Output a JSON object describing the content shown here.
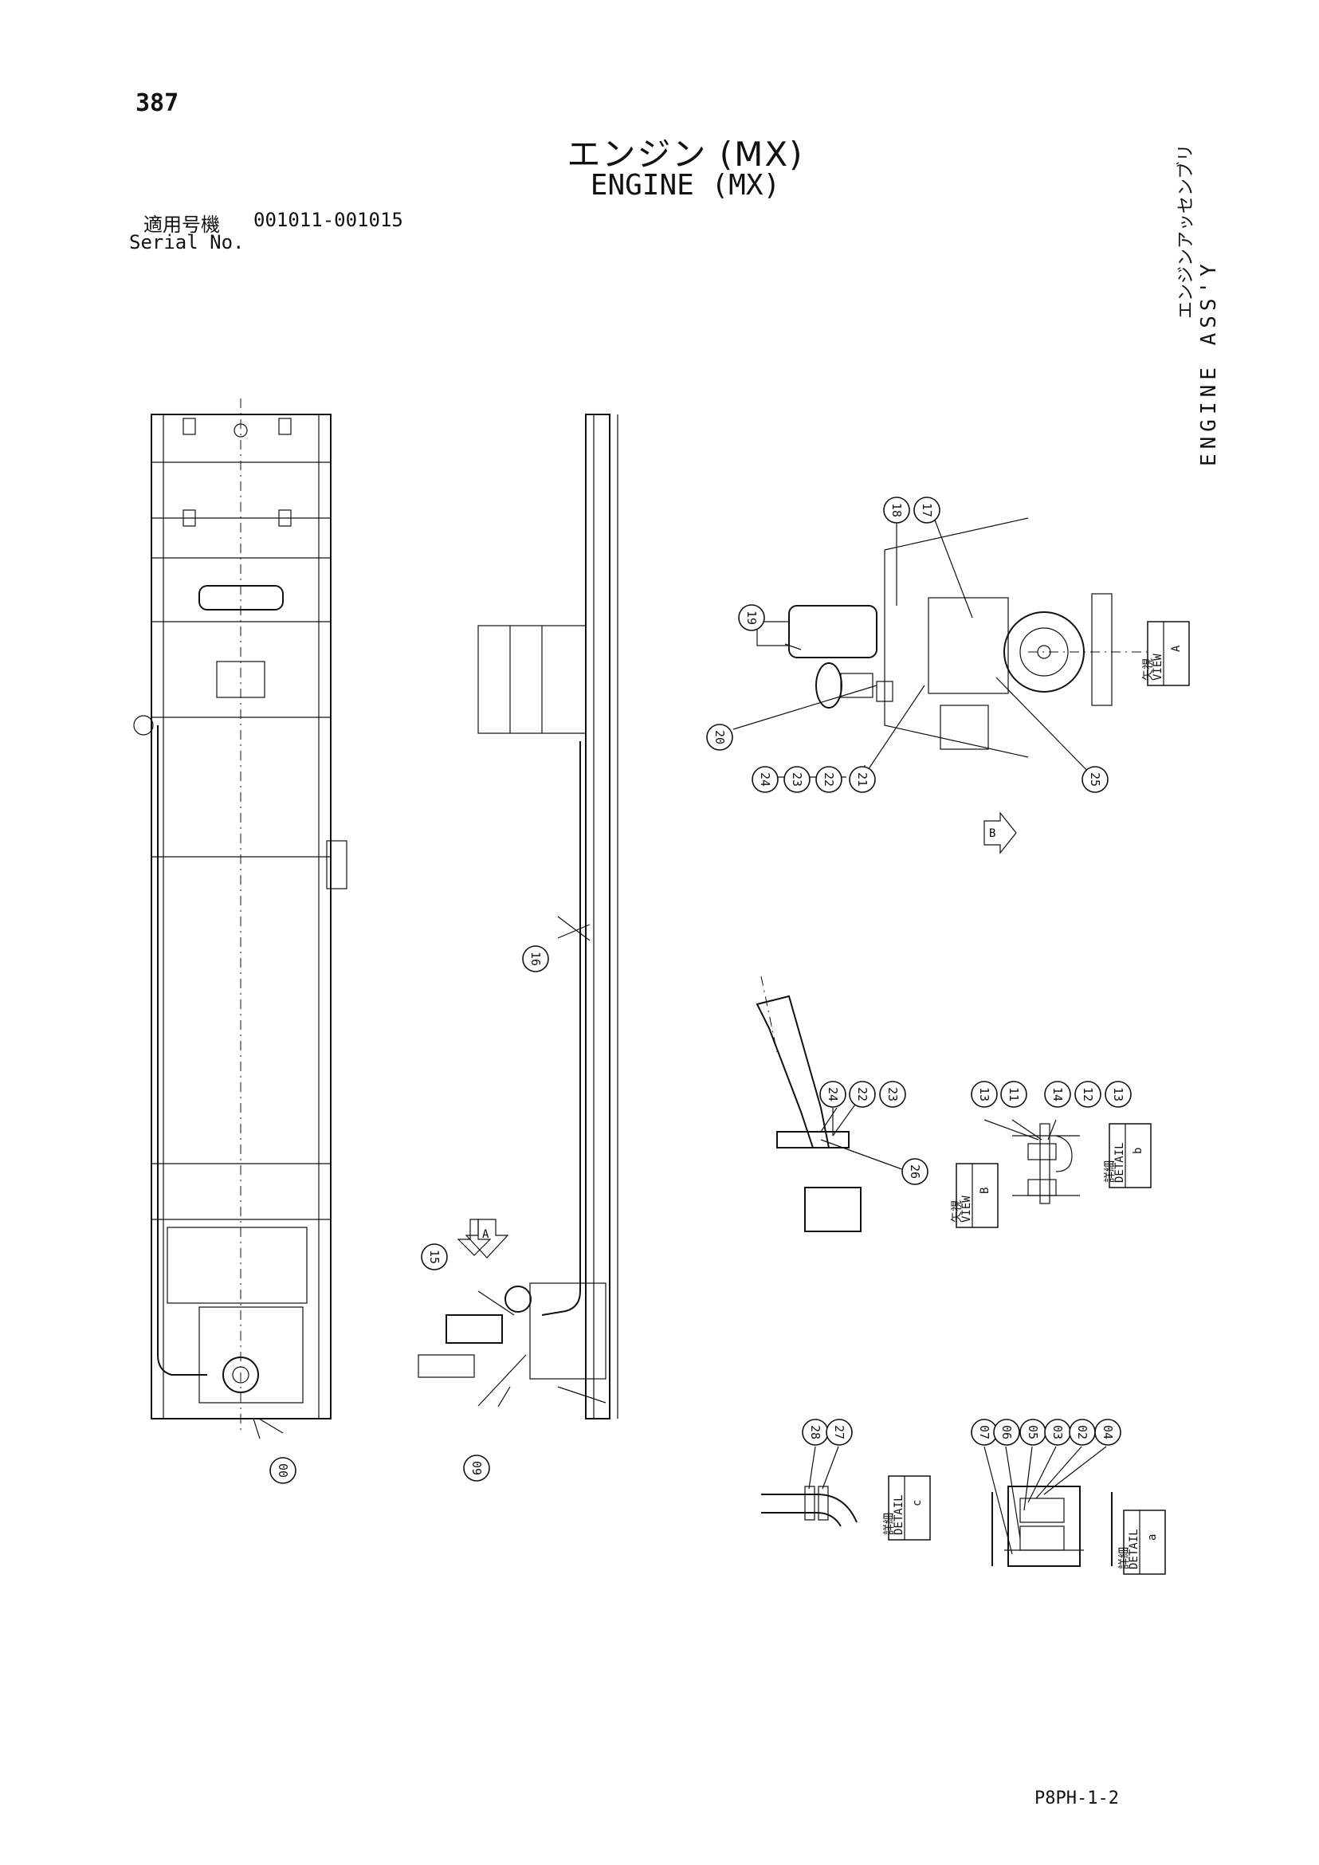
{
  "header": {
    "page_number": "387",
    "title_jp": "エンジン (MX)",
    "title_en": "ENGINE (MX)",
    "serial_label_jp": "適用号機",
    "serial_range": "001011-001015",
    "serial_label_en": "Serial No."
  },
  "side_label": {
    "jp": "エンジンアッセンブリ",
    "en": "ENGINE ASS'Y"
  },
  "footer": {
    "drawing_code": "P8PH-1-2"
  },
  "callouts": {
    "c00": "00",
    "c09": "09",
    "c15": "15",
    "c16": "16",
    "c17": "17",
    "c18": "18",
    "c19": "19",
    "c20": "20",
    "c21": "21",
    "c22": "22",
    "c23": "23",
    "c24": "24",
    "c25": "25",
    "d24": "24",
    "d22": "22",
    "d23": "23",
    "d26": "26",
    "b13a": "13",
    "b11": "11",
    "b14": "14",
    "b12": "12",
    "b13b": "13",
    "c28": "28",
    "c27": "27",
    "a07": "07",
    "a06": "06",
    "a05": "05",
    "a03": "03",
    "a02": "02",
    "a04": "04"
  },
  "view_tags": {
    "view_a": {
      "jp": "矢視",
      "en": "VIEW",
      "letter": "A"
    },
    "view_b": {
      "jp": "矢視",
      "en": "VIEW",
      "letter": "B"
    },
    "detail_b": {
      "jp": "詳細",
      "en": "DETAIL",
      "letter": "b"
    },
    "detail_c": {
      "jp": "詳細",
      "en": "DETAIL",
      "letter": "c"
    },
    "detail_a": {
      "jp": "詳細",
      "en": "DETAIL",
      "letter": "a"
    }
  },
  "arrows": {
    "a_label": "A",
    "b_label": "B"
  }
}
